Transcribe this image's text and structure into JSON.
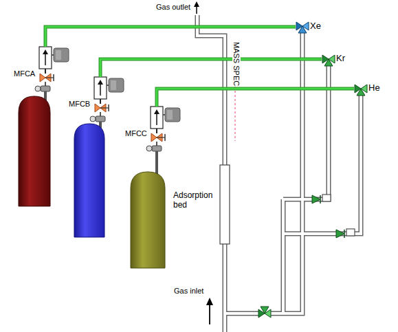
{
  "diagram": {
    "nodes": [
      {
        "text": [
          "MFCA"
        ]
      },
      {
        "text": [
          "MFCB"
        ]
      },
      {
        "text": [
          "MFCC"
        ]
      },
      {
        "text": [
          "Xe"
        ]
      },
      {
        "text": [
          "Kr"
        ]
      },
      {
        "text": [
          "He"
        ]
      },
      {
        "text": [
          "Adsorption bed"
        ]
      }
    ],
    "edges": [
      {
        "from": 0,
        "to": 3,
        "arrow": "none"
      },
      {
        "from": 1,
        "to": 4,
        "arrow": "none"
      },
      {
        "from": 2,
        "to": 5,
        "arrow": "none"
      }
    ],
    "labels": [
      "Gas outlet",
      "MASS SPEC",
      "Gas inlet"
    ]
  }
}
